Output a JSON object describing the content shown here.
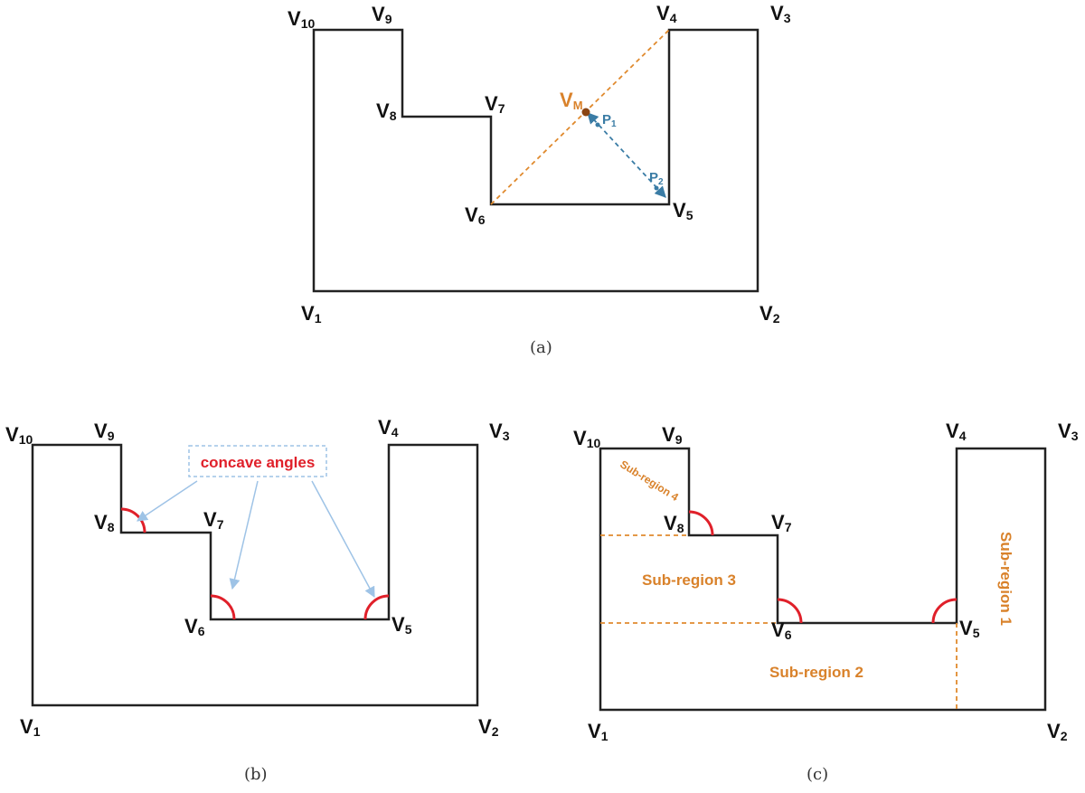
{
  "panels": {
    "a": {
      "caption": "(a)",
      "vertices": [
        "V1",
        "V2",
        "V3",
        "V4",
        "V5",
        "V6",
        "V7",
        "V8",
        "V9",
        "V10"
      ],
      "midpoint_label": "VM",
      "points": [
        "P1",
        "P2"
      ]
    },
    "b": {
      "caption": "(b)",
      "vertices": [
        "V1",
        "V2",
        "V3",
        "V4",
        "V5",
        "V6",
        "V7",
        "V8",
        "V9",
        "V10"
      ],
      "callout": "concave angles"
    },
    "c": {
      "caption": "(c)",
      "vertices": [
        "V1",
        "V2",
        "V3",
        "V4",
        "V5",
        "V6",
        "V7",
        "V8",
        "V9",
        "V10"
      ],
      "subregions": [
        "Sub-region 1",
        "Sub-region 2",
        "Sub-region 3",
        "Sub-region 4"
      ]
    }
  },
  "colors": {
    "outline": "#222222",
    "orange": "#e08a2e",
    "blue": "#3a7ca5",
    "red": "#e0202a",
    "callout_border": "#9ec3e6"
  }
}
